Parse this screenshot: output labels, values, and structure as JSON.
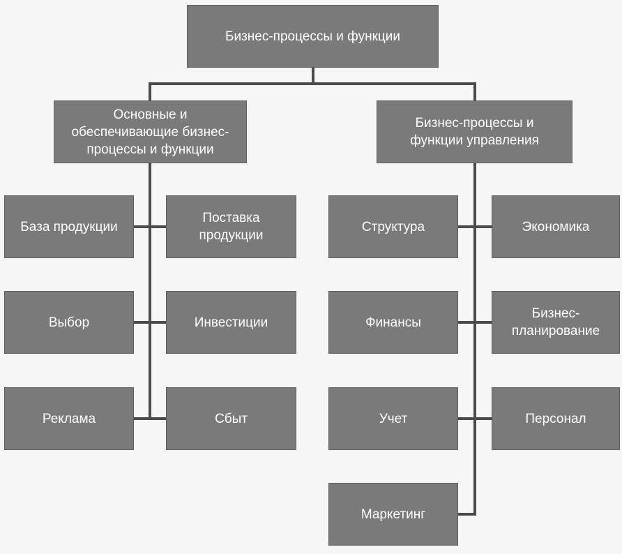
{
  "colors": {
    "background": "#f6f6f6",
    "box_fill": "#7a7a7a",
    "box_text": "#ffffff",
    "connector": "#4a4a4a"
  },
  "root": {
    "label": "Бизнес-процессы и функции"
  },
  "left_branch": {
    "header": "Основные и\nобеспечивающие бизнес-\nпроцессы и функции",
    "items": [
      "База продукции",
      "Поставка\nпродукции",
      "Выбор",
      "Инвестиции",
      "Реклама",
      "Сбыт"
    ]
  },
  "right_branch": {
    "header": "Бизнес-процессы и\nфункции управления",
    "items": [
      "Структура",
      "Экономика",
      "Финансы",
      "Бизнес-\nпланирование",
      "Учет",
      "Персонал",
      "Маркетинг"
    ]
  }
}
